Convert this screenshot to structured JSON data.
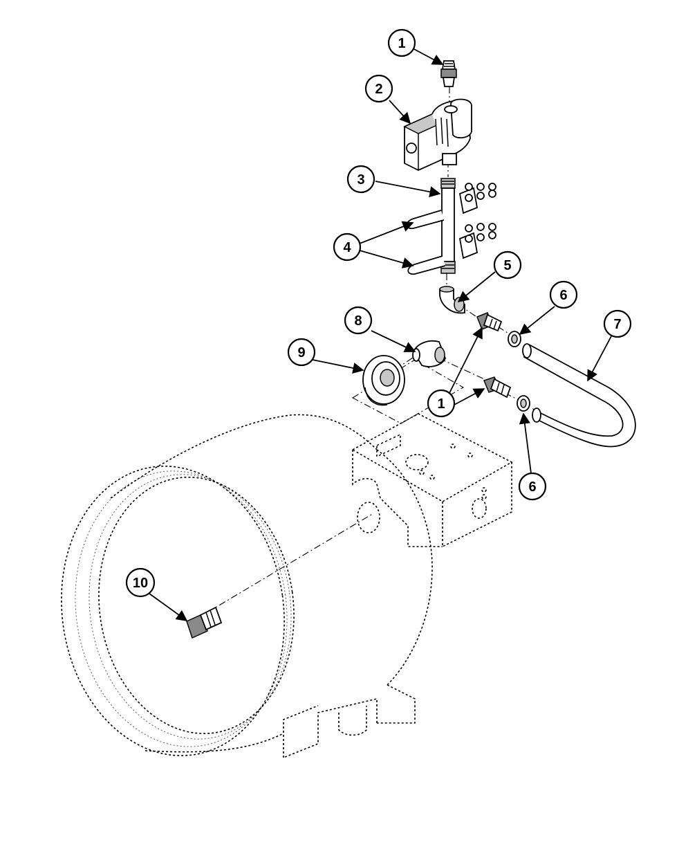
{
  "callouts": [
    {
      "id": "c1a",
      "label": "1"
    },
    {
      "id": "c2",
      "label": "2"
    },
    {
      "id": "c3",
      "label": "3"
    },
    {
      "id": "c4",
      "label": "4"
    },
    {
      "id": "c5",
      "label": "5"
    },
    {
      "id": "c6a",
      "label": "6"
    },
    {
      "id": "c7",
      "label": "7"
    },
    {
      "id": "c8",
      "label": "8"
    },
    {
      "id": "c9",
      "label": "9"
    },
    {
      "id": "c1b",
      "label": "1"
    },
    {
      "id": "c6b",
      "label": "6"
    },
    {
      "id": "c10",
      "label": "10"
    }
  ]
}
